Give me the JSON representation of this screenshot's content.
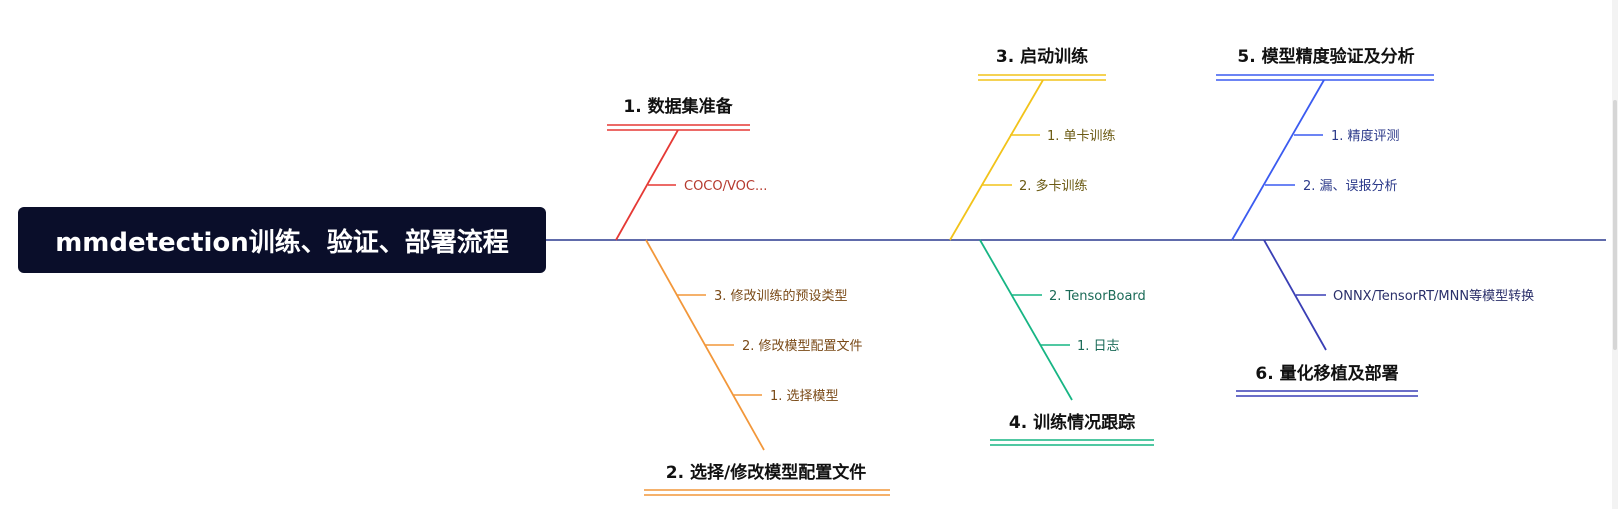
{
  "root": {
    "label": "mmdetection训练、验证、部署流程",
    "color": "#0a0e2a"
  },
  "spine_color": "#2b3a8f",
  "branches": [
    {
      "id": "1",
      "label": "1. 数据集准备",
      "color": "#e53935",
      "text_color": "#b53a2e",
      "children": [
        "COCO/VOC..."
      ]
    },
    {
      "id": "2",
      "label": "2. 选择/修改模型配置文件",
      "color": "#f2973a",
      "text_color": "#7a4a17",
      "children": [
        "3. 修改训练的预设类型",
        "2. 修改模型配置文件",
        "1. 选择模型"
      ]
    },
    {
      "id": "3",
      "label": "3. 启动训练",
      "color": "#f2c31a",
      "text_color": "#6b5a12",
      "children": [
        "1. 单卡训练",
        "2. 多卡训练"
      ]
    },
    {
      "id": "4",
      "label": "4. 训练情况跟踪",
      "color": "#17b584",
      "text_color": "#1a6a57",
      "children": [
        "2. TensorBoard",
        "1. 日志"
      ]
    },
    {
      "id": "5",
      "label": "5. 模型精度验证及分析",
      "color": "#3b5bf0",
      "text_color": "#2c3a8a",
      "children": [
        "1. 精度评测",
        "2. 漏、误报分析"
      ]
    },
    {
      "id": "6",
      "label": "6. 量化移植及部署",
      "color": "#3a3fb5",
      "text_color": "#2a2f6a",
      "children": [
        "ONNX/TensorRT/MNN等模型转换"
      ]
    }
  ]
}
